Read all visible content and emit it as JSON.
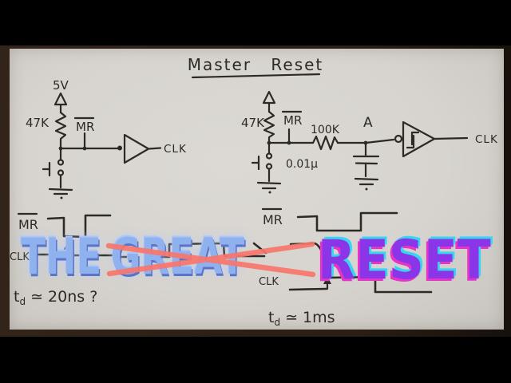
{
  "video": {
    "letterbox_color": "#000000"
  },
  "paper": {
    "title": "Master Reset",
    "color": "#d9d6d1",
    "ink_color": "#2d2a26"
  },
  "left_circuit": {
    "supply": "5V",
    "pullup": "47K",
    "reset_input": "MR",
    "output": "CLK"
  },
  "right_circuit": {
    "pullup": "47K",
    "reset_input": "MR",
    "series_resistor": "100K",
    "node": "A",
    "capacitor": "0.01μ",
    "output": "CLK"
  },
  "left_timing": {
    "signal1": "MR",
    "signal2": "CLK",
    "delay_var": "t",
    "delay_sub": "d",
    "delay_est": "≃ 20ns ?"
  },
  "right_timing": {
    "signal1": "MR",
    "signal2": "CLK",
    "delay_var": "t",
    "delay_sub": "d",
    "delay_est": "≃ 1ms"
  },
  "overlay": {
    "line_part1": "THE",
    "line_part2": "GREAT",
    "line_part3": "RESET",
    "blue_color": "#8fb2ee",
    "purple_color": "#8a35e8",
    "cyan_edge": "#38d4f4",
    "magenta_edge": "#e833c8",
    "cross_color": "#f8756b"
  }
}
